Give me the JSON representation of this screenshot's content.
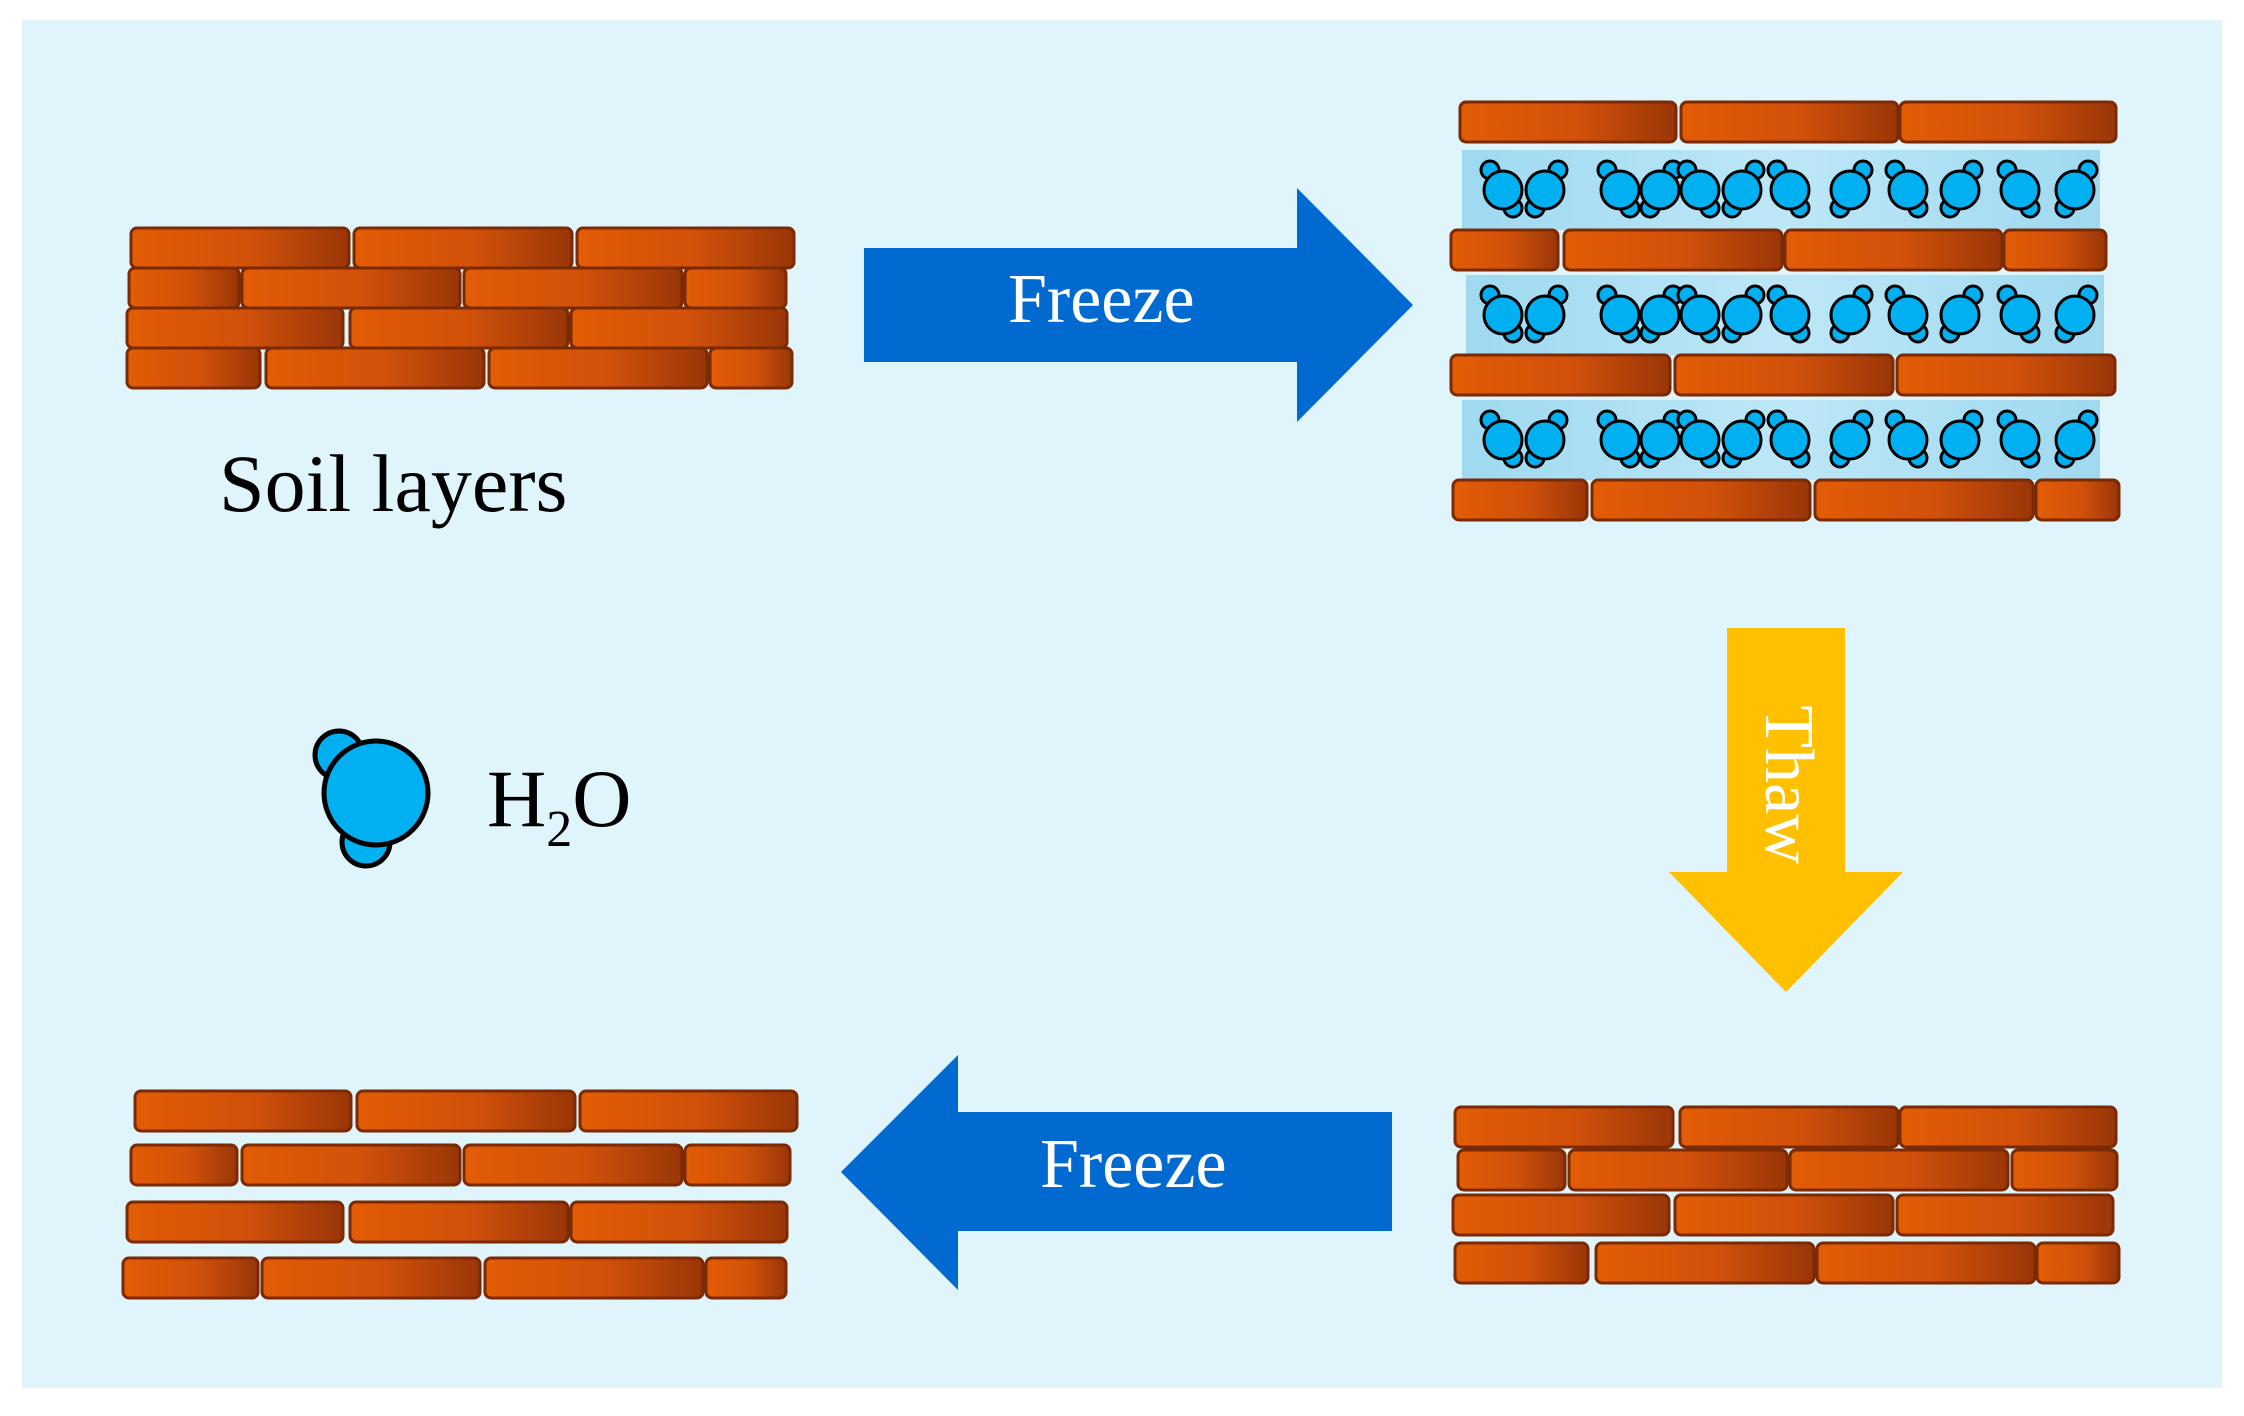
{
  "labels": {
    "soil": "Soil layers",
    "h2o_main": "H",
    "h2o_sub": "2",
    "h2o_tail": "O",
    "freeze_top": "Freeze",
    "freeze_bottom": "Freeze",
    "thaw": "Thaw"
  },
  "colors": {
    "background": "#e0f4fb",
    "brick_light": "#e35c06",
    "brick_dark": "#9a3608",
    "brick_outline": "#7a2a05",
    "freeze_arrow": "#006ad0",
    "thaw_arrow": "#ffc000",
    "water": "#00b0f0",
    "ice_band": "#a9dff3"
  }
}
